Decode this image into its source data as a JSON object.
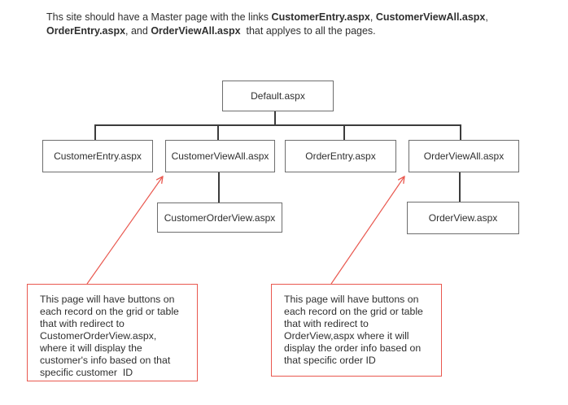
{
  "colors": {
    "accent_red": "#e9584f",
    "connector_line": "#3c3c3c",
    "node_border": "#6e6e6e",
    "text": "#2f2f2f",
    "background": "#ffffff"
  },
  "intro": {
    "line1_segments": [
      {
        "text": "Ths site should have a Master page with the links ",
        "bold": false
      },
      {
        "text": "CustomerEntry.aspx",
        "bold": true
      },
      {
        "text": ", ",
        "bold": false
      },
      {
        "text": "CustomerViewAll.aspx",
        "bold": true
      },
      {
        "text": ",",
        "bold": false
      }
    ],
    "line2_segments": [
      {
        "text": "OrderEntry.aspx",
        "bold": true
      },
      {
        "text": ", and ",
        "bold": false
      },
      {
        "text": "OrderViewAll.aspx",
        "bold": true
      },
      {
        "text": "  that applyes to all the pages.",
        "bold": false
      }
    ]
  },
  "diagram": {
    "nodes": [
      {
        "label": "Default.aspx"
      },
      {
        "label": "CustomerEntry.aspx"
      },
      {
        "label": "CustomerViewAll.aspx"
      },
      {
        "label": "OrderEntry.aspx"
      },
      {
        "label": "OrderViewAll.aspx"
      },
      {
        "label": "CustomerOrderView.aspx"
      },
      {
        "label": "OrderView.aspx"
      }
    ]
  },
  "annotations": {
    "left_note": {
      "text": "This page will have buttons on\neach record on the grid or table\nthat with redirect to\nCustomerOrderView.aspx,\nwhere it will display the\ncustomer's info based on that\nspecific customer  ID"
    },
    "right_note": {
      "text": "This page will have buttons on\neach record on the grid or table\nthat with redirect to\nOrderView,aspx where it will\ndisplay the order info based on\nthat specific order ID"
    }
  }
}
